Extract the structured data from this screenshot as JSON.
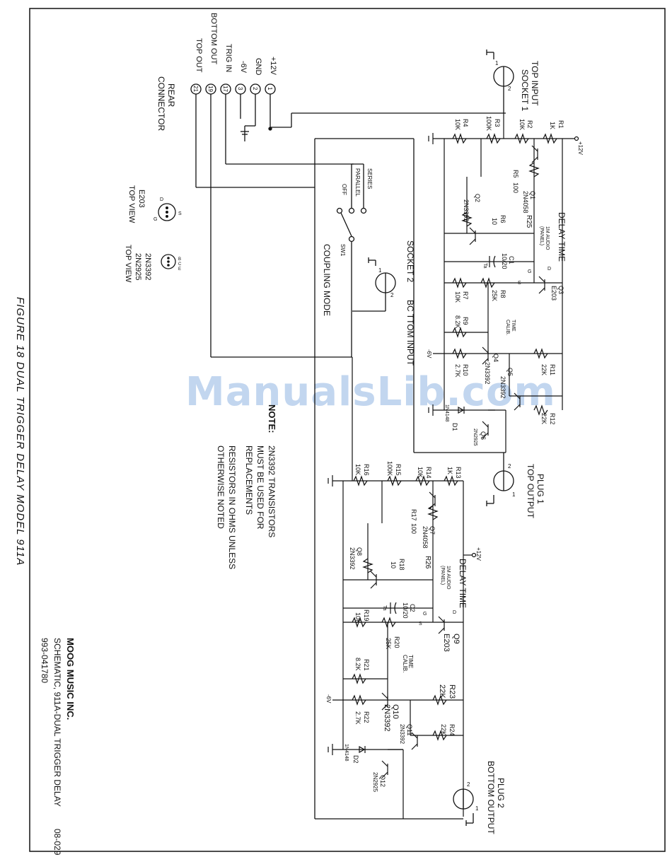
{
  "figure_caption": "FIGURE 18 DUAL TRIGGER DELAY MODEL 911A",
  "watermark": "ManualsLib.com",
  "title_block": {
    "company": "MOOG MUSIC INC.",
    "description": "SCHEMATIC, 911A-DUAL TRIGGER DELAY",
    "part_number": "993-041780",
    "drawing_number": "08-029"
  },
  "note": {
    "heading": "NOTE:",
    "lines": [
      "2N3392 TRANSISTORS",
      "MUST BE USED FOR",
      "REPLACEMENTS",
      "RESISTORS IN OHMS UNLESS",
      "OTHERWISE NOTED"
    ]
  },
  "rear_connector": {
    "label_line1": "REAR",
    "label_line2": "CONNECTOR",
    "pins": [
      {
        "num": "1",
        "name": "+12V"
      },
      {
        "num": "2",
        "name": "GND"
      },
      {
        "num": "3",
        "name": "-6V"
      },
      {
        "num": "17",
        "name": "TRIG IN"
      },
      {
        "num": "19",
        "name": "BOTTOM OUT"
      },
      {
        "num": "21",
        "name": "TOP OUT"
      }
    ]
  },
  "pinouts": {
    "e203": {
      "name": "E203",
      "view": "TOP VIEW",
      "pins": [
        "S",
        "D",
        "G"
      ]
    },
    "bjt": {
      "names": [
        "2N3392",
        "2N2925"
      ],
      "view": "TOP VIEW",
      "pins": [
        "B",
        "C",
        "E"
      ]
    }
  },
  "switch": {
    "name": "SW1",
    "label": "COUPLING MODE",
    "positions": [
      "OFF",
      "PARALLEL",
      "SERIES"
    ]
  },
  "jacks": {
    "socket1": {
      "name": "SOCKET 1",
      "sub": "TOP INPUT",
      "pin1": "1",
      "pin2": "2"
    },
    "socket2": {
      "name": "SOCKET 2",
      "sub": "BC TTOM INPUT",
      "pin1": "1",
      "pin2": "2"
    },
    "plug1": {
      "name": "PLUG 1",
      "sub": "TOP OUTPUT",
      "pin1": "1",
      "pin2": "2"
    },
    "plug2": {
      "name": "PLUG 2",
      "sub": "BOTTOM OUTPUT",
      "pin1": "1",
      "pin2": "2"
    }
  },
  "supply": {
    "pos": "+12V",
    "neg": "-6V"
  },
  "top_channel": {
    "delay_time": "DELAY TIME",
    "pot_spec": [
      "1M AUDIO",
      "(PANEL)"
    ],
    "time_calib": [
      "TIME",
      "CALIB."
    ],
    "resistors": [
      {
        "ref": "R1",
        "val": "1K"
      },
      {
        "ref": "R2",
        "val": "10K"
      },
      {
        "ref": "R3",
        "val": "100K"
      },
      {
        "ref": "R4",
        "val": "10K"
      },
      {
        "ref": "R5",
        "val": "100"
      },
      {
        "ref": "R6",
        "val": "10"
      },
      {
        "ref": "R7",
        "val": "10K"
      },
      {
        "ref": "R8",
        "val": "25K"
      },
      {
        "ref": "R9",
        "val": "8.2K"
      },
      {
        "ref": "R10",
        "val": "2.7K"
      },
      {
        "ref": "R11",
        "val": "22K"
      },
      {
        "ref": "R12",
        "val": "22K"
      }
    ],
    "pot": "R25",
    "cap": {
      "ref": "C1",
      "val": "10/20",
      "sub": "Ta"
    },
    "transistors": [
      {
        "ref": "Q1",
        "part": "2N4058"
      },
      {
        "ref": "Q2",
        "part": "2N3392"
      },
      {
        "ref": "Q3",
        "part": "E203"
      },
      {
        "ref": "Q4",
        "part": "2N3392"
      },
      {
        "ref": "Q5",
        "part": "2N3392"
      },
      {
        "ref": "Q6",
        "part": "2N2925"
      }
    ],
    "diode": {
      "ref": "D1",
      "part": "1N4148"
    },
    "fet_pins": {
      "g": "G",
      "d": "D",
      "s": "S"
    }
  },
  "bottom_channel": {
    "delay_time": "DELAY TIME",
    "pot_spec": [
      "1M AUDIO",
      "(PANEL)"
    ],
    "time_calib": [
      "TIME",
      "CALIB."
    ],
    "resistors": [
      {
        "ref": "R13",
        "val": "1K"
      },
      {
        "ref": "R14",
        "val": "10K"
      },
      {
        "ref": "R15",
        "val": "100K"
      },
      {
        "ref": "R16",
        "val": "10K"
      },
      {
        "ref": "R17",
        "val": "100"
      },
      {
        "ref": "R18",
        "val": "10"
      },
      {
        "ref": "R19",
        "val": "10K"
      },
      {
        "ref": "R20",
        "val": "25K"
      },
      {
        "ref": "R21",
        "val": "8.2K"
      },
      {
        "ref": "R22",
        "val": "2.7K"
      },
      {
        "ref": "R23",
        "val": "22K"
      },
      {
        "ref": "R24",
        "val": "22K"
      }
    ],
    "pot": "R26",
    "cap": {
      "ref": "C2",
      "val": "10/20",
      "sub": "Ta"
    },
    "transistors": [
      {
        "ref": "Q7",
        "part": "2N4058"
      },
      {
        "ref": "Q8",
        "part": "2N3392"
      },
      {
        "ref": "Q9",
        "part": "E203"
      },
      {
        "ref": "Q10",
        "part": "2N3392"
      },
      {
        "ref": "Q11",
        "part": "2N3392"
      },
      {
        "ref": "Q12",
        "part": "2N2925"
      }
    ],
    "diode": {
      "ref": "D2",
      "part": "1N4148"
    },
    "fet_pins": {
      "g": "G",
      "d": "D",
      "s": "S"
    }
  }
}
